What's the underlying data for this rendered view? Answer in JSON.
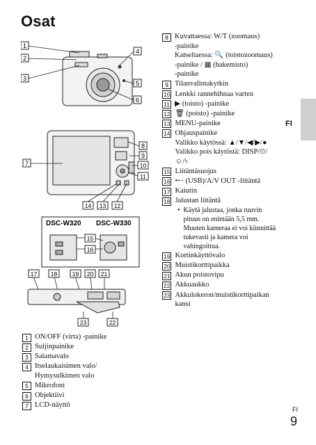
{
  "title": "Osat",
  "lang_tab": "FI",
  "footer": {
    "lang": "FI",
    "page": "9"
  },
  "figure": {
    "model_left": "DSC-W320",
    "model_right": "DSC-W330",
    "callouts": [
      "1",
      "2",
      "3",
      "4",
      "5",
      "6",
      "7",
      "8",
      "9",
      "10",
      "11",
      "12",
      "13",
      "14",
      "15",
      "16",
      "17",
      "18",
      "19",
      "20",
      "21",
      "22",
      "23"
    ]
  },
  "legend_left": [
    {
      "num": "1",
      "lines": [
        "ON/OFF (virta) -painike"
      ]
    },
    {
      "num": "2",
      "lines": [
        "Suljinpainike"
      ]
    },
    {
      "num": "3",
      "lines": [
        "Salamavalo"
      ]
    },
    {
      "num": "4",
      "lines": [
        "Itselaukaisimen valo/",
        "Hymysulkimen valo"
      ]
    },
    {
      "num": "5",
      "lines": [
        "Mikrofoni"
      ]
    },
    {
      "num": "6",
      "lines": [
        "Objektiivi"
      ]
    },
    {
      "num": "7",
      "lines": [
        "LCD-näyttö"
      ]
    }
  ],
  "legend_right": [
    {
      "num": "8",
      "lines": [
        "Kuvattaessa: W/T (zoomaus)",
        "-painike",
        "Katseltaessa: 🔍 (toistozoomaus)",
        "-painike / ▦ (hakemisto)",
        "-painike"
      ]
    },
    {
      "num": "9",
      "lines": [
        "Tilanvalintakytkin"
      ]
    },
    {
      "num": "10",
      "lines": [
        "Lenkki rannehihnaa varten"
      ]
    },
    {
      "num": "11",
      "lines": [
        "▶ (toisto) -painike"
      ]
    },
    {
      "num": "12",
      "lines": [
        "🗑 (poisto) -painike"
      ]
    },
    {
      "num": "13",
      "lines": [
        "MENU-painike"
      ]
    },
    {
      "num": "14",
      "lines": [
        "Ohjauspainike",
        "Valikko käytössä: ▲/▼/◀/▶/●",
        "Valikko pois käytöstä: DISP/⏲/",
        "☺/ϟ"
      ]
    },
    {
      "num": "15",
      "lines": [
        "Liitäntäsuojus"
      ]
    },
    {
      "num": "16",
      "lines": [
        "•⇠ (USB)/A/V OUT -liitäntä"
      ]
    },
    {
      "num": "17",
      "lines": [
        "Kaiutin"
      ]
    },
    {
      "num": "18",
      "lines": [
        "Jalustan liitäntä"
      ]
    },
    {
      "num": "19",
      "lines": [
        "Kortinkäyttövalo"
      ]
    },
    {
      "num": "20",
      "lines": [
        "Muistikorttipaikka"
      ]
    },
    {
      "num": "21",
      "lines": [
        "Akun poistovipu"
      ]
    },
    {
      "num": "22",
      "lines": [
        "Akkuaukko"
      ]
    },
    {
      "num": "23",
      "lines": [
        "Akkulokeron/muistikorttipaikan",
        "kansi"
      ]
    }
  ],
  "note_18": [
    "Käytä jalustaa, jonka ruuvin",
    "pituus on enintään 5,5 mm.",
    "Muuten kameraa ei voi kiinnittää",
    "tukevasti ja kamera voi",
    "vahingoittua."
  ]
}
